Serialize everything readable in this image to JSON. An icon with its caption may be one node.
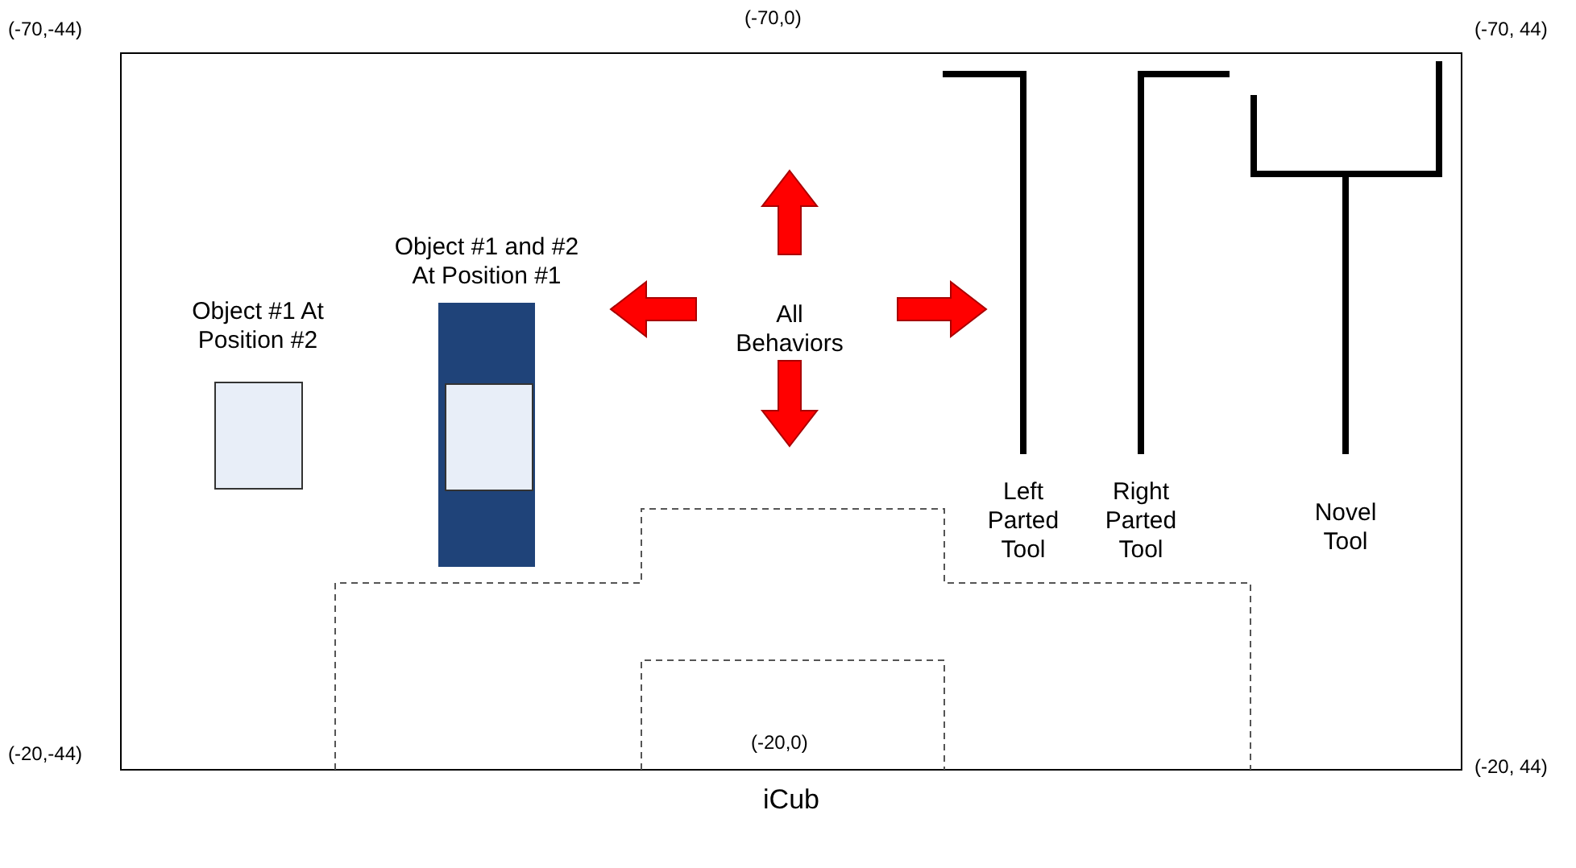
{
  "diagram": {
    "caption": "iCub",
    "nodes": [
      {
        "text": [
          "Object #1 At Position #2"
        ]
      },
      {
        "text": [
          "Object #1 and #2 At Position #1"
        ]
      },
      {
        "text": [],
        "shape": "box",
        "in": 1
      },
      {
        "text": [
          "All Behaviors"
        ]
      },
      {
        "text": [
          "Left Parted Tool"
        ]
      },
      {
        "text": [
          "Right Parted Tool"
        ]
      },
      {
        "text": [
          "Novel Tool"
        ]
      }
    ],
    "edges": [],
    "labels": [
      "(-70,0)",
      "(-70,-44)",
      "(-70, 44)",
      "(-20,-44)",
      "(-20,0)",
      "(-20, 44)"
    ]
  }
}
